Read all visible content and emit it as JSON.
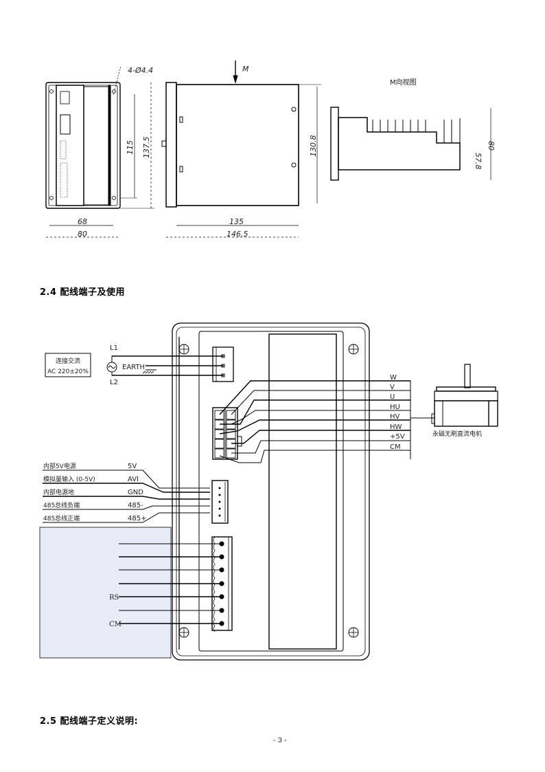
{
  "drawings": {
    "front_view": {
      "hole_spec": "4-Ø4.4",
      "dim_inner_height": "115",
      "dim_outer_height": "137.5",
      "dim_inner_width": "68",
      "dim_outer_width": "80"
    },
    "side_view": {
      "view_arrow_label": "M",
      "dim_height": "130.8",
      "dim_body_length": "135",
      "dim_total_length": "146.5"
    },
    "m_view": {
      "title": "M向视图",
      "dim_inner": "57.8",
      "dim_outer": "80"
    }
  },
  "section_2_4": {
    "title": "2.4 配线端子及使用"
  },
  "wiring": {
    "power_box": {
      "line1": "连接交流",
      "line2": "AC 220±20%"
    },
    "power_labels": {
      "l1": "L1",
      "l2": "L2",
      "earth": "EARTH"
    },
    "motor_signals": [
      "W",
      "V",
      "U",
      "HU",
      "HV",
      "HW",
      "+5V",
      "CM"
    ],
    "motor_label": "永磁无刷直流电机",
    "control_rows": [
      {
        "desc": "内部5V电源",
        "pin": "5V"
      },
      {
        "desc": "模拟量输入 (0-5V)",
        "pin": "AVI"
      },
      {
        "desc": "内部电源地",
        "pin": "GND"
      },
      {
        "desc": "485总线负端",
        "pin": "485-"
      },
      {
        "desc": "485总线正端",
        "pin": "485+"
      }
    ],
    "io_panel_labels": [
      "",
      "",
      "",
      "",
      "RS",
      "",
      "CM"
    ],
    "colors": {
      "io_panel_fill": "#e8ecf8",
      "line": "#000000"
    }
  },
  "section_2_5": {
    "title": "2.5 配线端子定义说明:"
  },
  "footer": {
    "page_number": "- 3 -"
  }
}
